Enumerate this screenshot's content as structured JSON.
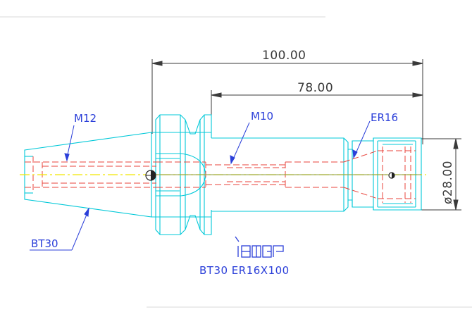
{
  "drawing": {
    "dimensions": {
      "overall_length": "100.00",
      "gauge_length": "78.00",
      "diameter": "ø28.00"
    },
    "labels": {
      "m12": "M12",
      "m10": "M10",
      "er16": "ER16",
      "bt30": "BT30"
    },
    "logo_text": "iscar",
    "title": "BT30 ER16X100",
    "colors": {
      "outline": "#00c8d8",
      "hidden": "#e8433b",
      "centerline": "#f2e600",
      "dimension": "#3a3a3a",
      "label": "#2b3fd9",
      "axis": "#8a9a3a"
    }
  }
}
